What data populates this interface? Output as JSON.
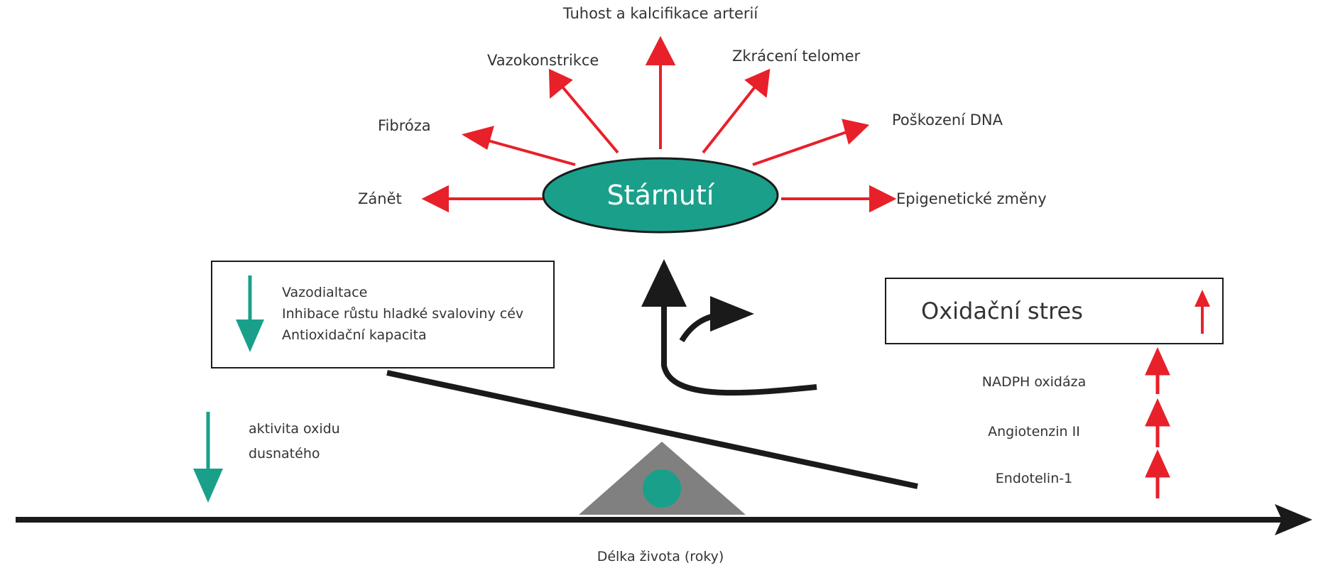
{
  "center": {
    "label": "Stárnutí",
    "fill": "#1aa08a"
  },
  "effects": {
    "top": "Tuhost a kalcifikace arterií",
    "upper_left": "Vazokonstrikce",
    "upper_right": "Zkrácení telomer",
    "mid_left": "Fibróza",
    "mid_right": "Poškození DNA",
    "left": "Zánět",
    "right": "Epigenetické změny"
  },
  "decrease_box": {
    "items": [
      "Vazodialtace",
      "Inhibace růstu hladké svaloviny cév",
      "Antioxidační kapacita"
    ]
  },
  "no_activity": {
    "line1": "aktivita oxidu",
    "line2": "dusnatého"
  },
  "oxidative_box": {
    "label": "Oxidační stres"
  },
  "factors": [
    "NADPH oxidáza",
    "Angiotenzin II",
    "Endotelin-1"
  ],
  "axis": {
    "label": "Délka života (roky)"
  },
  "colors": {
    "red": "#e8202a",
    "teal": "#1aa08a",
    "black": "#1a1a1a",
    "gray": "#808080"
  }
}
